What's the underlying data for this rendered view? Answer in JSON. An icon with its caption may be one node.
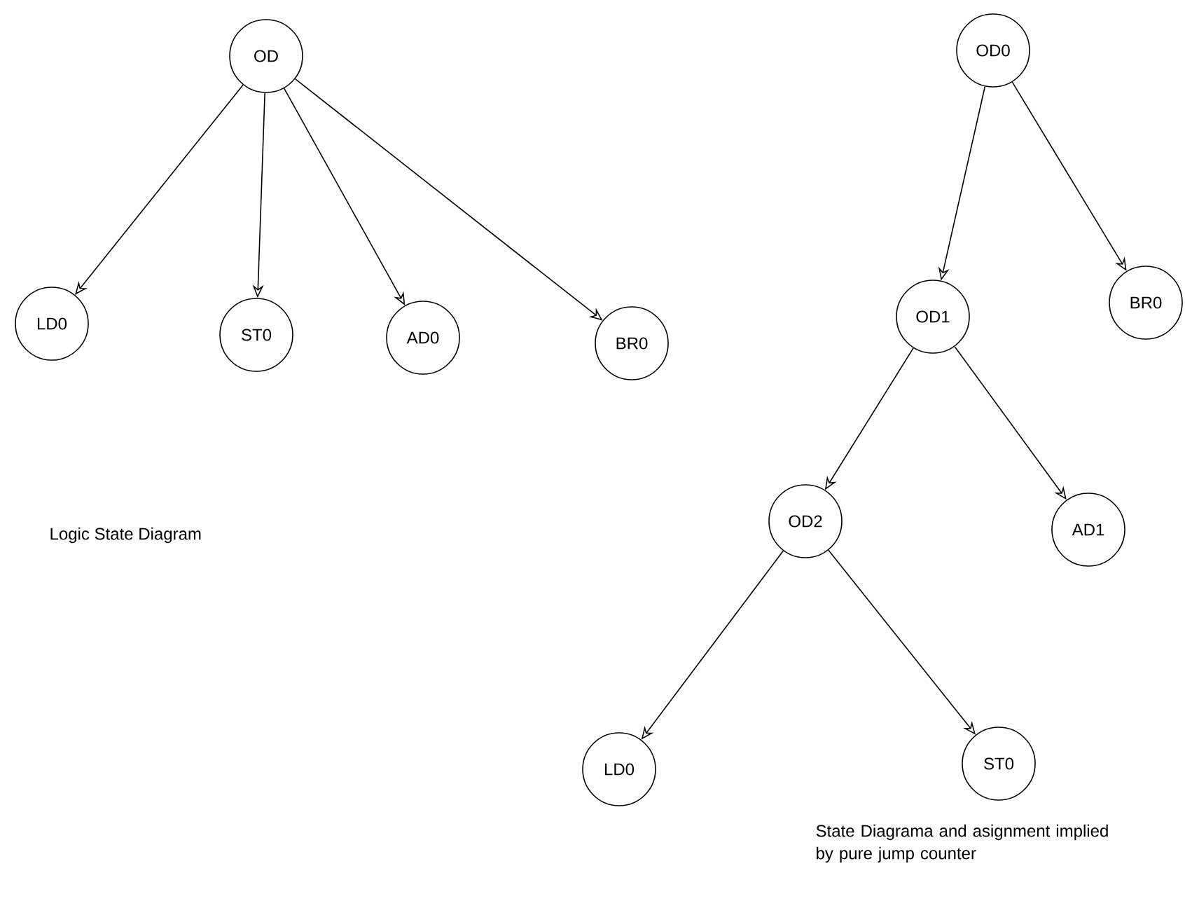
{
  "diagram": {
    "nodes": [
      {
        "text": [
          "OD"
        ]
      },
      {
        "text": [
          "LD0"
        ]
      },
      {
        "text": [
          "ST0"
        ]
      },
      {
        "text": [
          "AD0"
        ]
      },
      {
        "text": [
          "BR0"
        ]
      },
      {
        "text": [
          "OD0"
        ]
      },
      {
        "text": [
          "OD1"
        ]
      },
      {
        "text": [
          "BR0"
        ]
      },
      {
        "text": [
          "AD1"
        ]
      },
      {
        "text": [
          "OD2"
        ]
      },
      {
        "text": [
          "LD0"
        ]
      },
      {
        "text": [
          "ST0"
        ]
      }
    ],
    "edges": [
      {
        "from": 0,
        "to": 1,
        "arrow": "to"
      },
      {
        "from": 0,
        "to": 2,
        "arrow": "to"
      },
      {
        "from": 0,
        "to": 3,
        "arrow": "to"
      },
      {
        "from": 0,
        "to": 4,
        "arrow": "to"
      },
      {
        "from": 5,
        "to": 6,
        "arrow": "to"
      },
      {
        "from": 5,
        "to": 7,
        "arrow": "to"
      },
      {
        "from": 6,
        "to": 9,
        "arrow": "to"
      },
      {
        "from": 6,
        "to": 8,
        "arrow": "to"
      },
      {
        "from": 9,
        "to": 10,
        "arrow": "to"
      },
      {
        "from": 9,
        "to": 11,
        "arrow": "to"
      }
    ],
    "labels": [
      "Logic State Diagram",
      "State Diagrama and asignment implied by pure jump counter"
    ]
  }
}
